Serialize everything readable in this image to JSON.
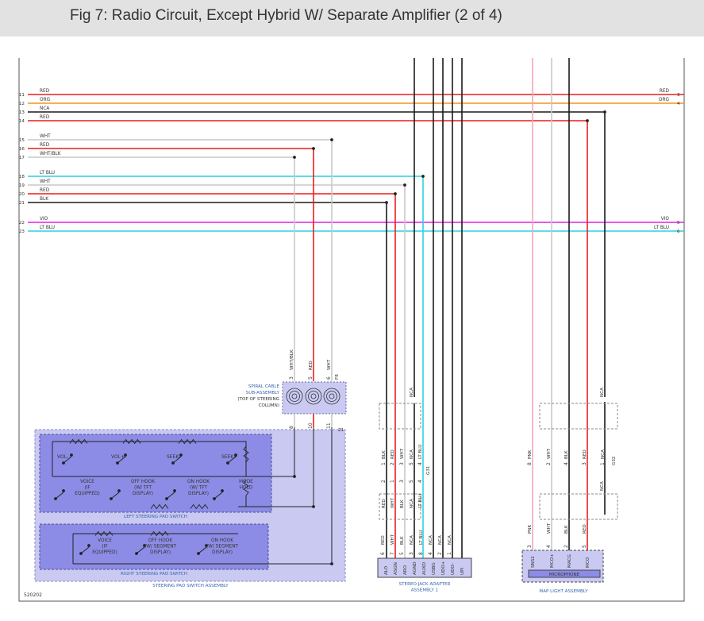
{
  "title": "Fig 7: Radio Circuit, Except Hybrid W/ Separate Amplifier (2 of 4)",
  "figure_id": "520202",
  "colors": {
    "red": "#ee1c1c",
    "orange": "#f7941d",
    "black": "#1a1a1a",
    "white_wire": "#c8c8c8",
    "cyan": "#29d3e0",
    "magenta": "#e020e0",
    "pink": "#f4a6b8",
    "frame": "#555555",
    "component_fill": "#c9c9f2",
    "switch_fill": "#8c8ce6",
    "label_blue": "#3a66b0"
  },
  "left_wires": [
    {
      "num": "11",
      "label": "RED",
      "color": "red"
    },
    {
      "num": "12",
      "label": "ORG",
      "color": "orange"
    },
    {
      "num": "13",
      "label": "NCA",
      "color": "black"
    },
    {
      "num": "14",
      "label": "RED",
      "color": "red"
    },
    {
      "num": "15",
      "label": "WHT",
      "color": "white_wire"
    },
    {
      "num": "16",
      "label": "RED",
      "color": "red"
    },
    {
      "num": "17",
      "label": "WHT/BLK",
      "color": "white_wire"
    },
    {
      "num": "18",
      "label": "LT BLU",
      "color": "cyan"
    },
    {
      "num": "19",
      "label": "WHT",
      "color": "white_wire"
    },
    {
      "num": "20",
      "label": "RED",
      "color": "red"
    },
    {
      "num": "21",
      "label": "BLK",
      "color": "black"
    },
    {
      "num": "22",
      "label": "VIO",
      "color": "magenta"
    },
    {
      "num": "23",
      "label": "LT BLU",
      "color": "cyan"
    }
  ],
  "right_wires": [
    {
      "num": "3",
      "label": "RED",
      "color": "red"
    },
    {
      "num": "4",
      "label": "ORG",
      "color": "orange"
    },
    {
      "num": "5",
      "label": "VIO",
      "color": "magenta"
    },
    {
      "num": "6",
      "label": "LT BLU",
      "color": "cyan"
    }
  ],
  "spiral_cable": {
    "name_lines": [
      "SPIRAL CABLE",
      "SUB-ASSEMBLY"
    ],
    "note_lines": [
      "(TOP OF STEERING",
      "COLUMN)"
    ],
    "connector_top": "F8",
    "connector_bottom": "Z1",
    "top_pins": [
      {
        "pin": "3",
        "label": "WHT/BLK"
      },
      {
        "pin": "5",
        "label": "RED"
      },
      {
        "pin": "6",
        "label": "WHT"
      }
    ],
    "bottom_pins": [
      "8",
      "10",
      "11"
    ]
  },
  "steering_pad": {
    "assembly": "STEERING PAD SWITCH ASSEMBLY",
    "left_switch": "LEFT STEERING PAD SWITCH",
    "right_switch": "RIGHT STEERING PAD SWITCH",
    "left_buttons": [
      "VOL-",
      "VOL+",
      "SEEK-",
      "SEEK+"
    ],
    "left_modes": [
      {
        "lines": [
          "VOICE",
          "(IF",
          "EQUIPPED)"
        ]
      },
      {
        "lines": [
          "OFF HOOK",
          "(W/ TFT",
          "DISPLAY)"
        ]
      },
      {
        "lines": [
          "ON HOOK",
          "(W/ TFT",
          "DISPLAY)"
        ]
      },
      {
        "lines": [
          "MODE",
          "HOLD"
        ]
      }
    ],
    "right_modes": [
      {
        "lines": [
          "VOICE",
          "(IF",
          "EQUIPPED)"
        ]
      },
      {
        "lines": [
          "OFF HOOK",
          "(W/ SEGMENT",
          "DISPLAY)"
        ]
      },
      {
        "lines": [
          "ON HOOK",
          "(W/ SEGMENT",
          "DISPLAY)"
        ]
      }
    ]
  },
  "stereo_jack": {
    "name_lines": [
      "STEREO JACK ADAPTER",
      "ASSEMBLY 1"
    ],
    "connector": "G31",
    "upper_pins": [
      {
        "pin": "1",
        "label": "BLK"
      },
      {
        "pin": "2",
        "label": "RED"
      },
      {
        "pin": "3",
        "label": "WHT"
      },
      {
        "pin": "5",
        "label": "NCA"
      },
      {
        "pin": "4",
        "label": "LT BLU"
      }
    ],
    "lower_pins": [
      {
        "pin": "2",
        "label": "RED"
      },
      {
        "pin": "1",
        "label": "WHT"
      },
      {
        "pin": "3",
        "label": "BLK"
      },
      {
        "pin": "5",
        "label": "NCA"
      },
      {
        "pin": "4",
        "label": "LT BLU"
      }
    ],
    "bottom_pins": [
      {
        "pin": "6",
        "label": "RED",
        "signal": "ALO"
      },
      {
        "pin": "7",
        "label": "WHT",
        "signal": "ASGN"
      },
      {
        "pin": "5",
        "label": "BLK",
        "signal": "ARO"
      },
      {
        "pin": "3",
        "label": "NCA",
        "signal": "AGND"
      },
      {
        "pin": "8",
        "label": "LT BLU",
        "signal": "AUXD"
      },
      {
        "pin": "4",
        "label": "NCA",
        "signal": "USBG"
      },
      {
        "pin": "2",
        "label": "NCA",
        "signal": "UDO+"
      },
      {
        "pin": "1",
        "label": "NCA",
        "signal": "UDO-"
      },
      {
        "pin": "",
        "label": "",
        "signal": "UPI"
      }
    ],
    "top_label": "NCA"
  },
  "map_light": {
    "name": "MAP LIGHT ASSEMBLY",
    "microphone": "MICROPHONE",
    "connector": "G32",
    "upper_pins": [
      {
        "pin": "8",
        "label": "PNK"
      },
      {
        "pin": "2",
        "label": "WHT"
      },
      {
        "pin": "4",
        "label": "BLK"
      },
      {
        "pin": "3",
        "label": "RED"
      },
      {
        "pin": "1",
        "label": "NCA"
      }
    ],
    "middle_label": "NCA",
    "top_label": "NCA",
    "bottom_pins": [
      {
        "pin": "3",
        "label": "PNK",
        "signal": "SNS2"
      },
      {
        "pin": "4",
        "label": "WHT",
        "signal": "MCO+"
      },
      {
        "pin": "2",
        "label": "BLK",
        "signal": "MACG"
      },
      {
        "pin": "5",
        "label": "RED",
        "signal": "MCO"
      }
    ]
  }
}
